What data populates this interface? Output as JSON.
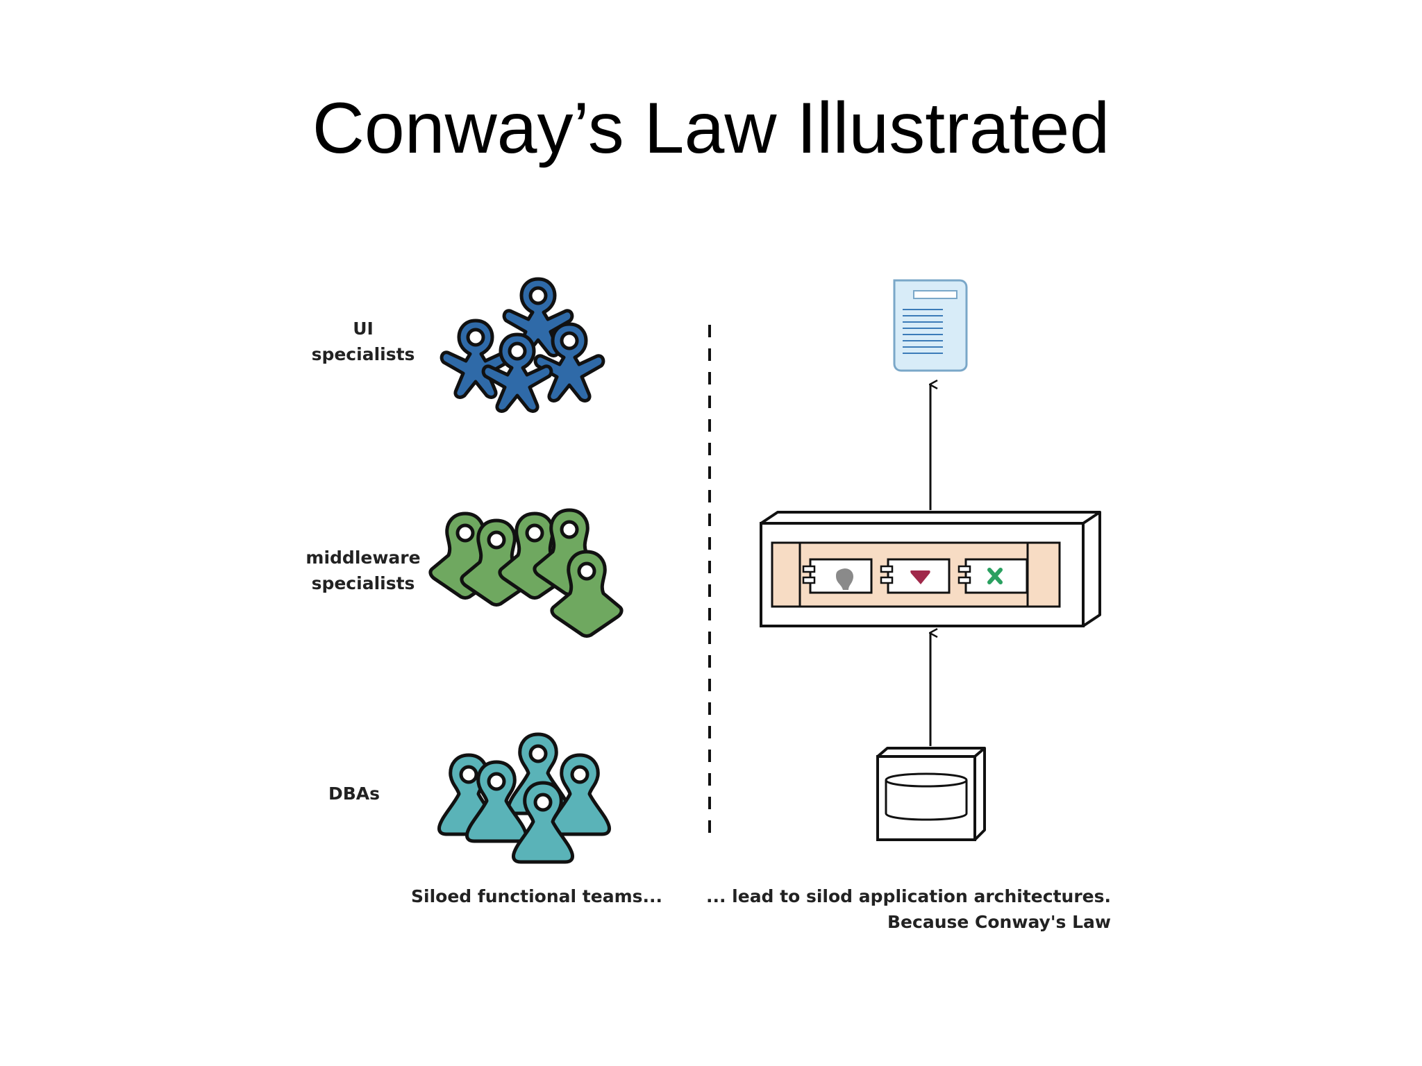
{
  "title": "Conway’s Law Illustrated",
  "teams": [
    {
      "label_line1": "UI",
      "label_line2": "specialists",
      "icon": "person-group-icon",
      "color": "#2f6aa8"
    },
    {
      "label_line1": "middleware",
      "label_line2": "specialists",
      "icon": "person-group-icon",
      "color": "#6fa860"
    },
    {
      "label_line1": "DBAs",
      "label_line2": "",
      "icon": "person-group-icon",
      "color": "#5ab3b8"
    }
  ],
  "captions": {
    "left": "Siloed functional teams...",
    "right_line1": "... lead to silod application architectures.",
    "right_line2": "Because Conway's Law"
  },
  "architecture": {
    "top": {
      "icon": "document-icon"
    },
    "middle": {
      "icon": "server-component-box-icon",
      "components": [
        "brain-icon",
        "heart-icon",
        "x-icon"
      ],
      "component_colors": [
        "#8a8a8a",
        "#a0284a",
        "#2aa060"
      ]
    },
    "bottom": {
      "icon": "database-icon"
    }
  },
  "colors": {
    "middle_band": "#f7dcc4",
    "document_fill": "#d8ecf8",
    "document_lines": "#3b7bb8"
  }
}
